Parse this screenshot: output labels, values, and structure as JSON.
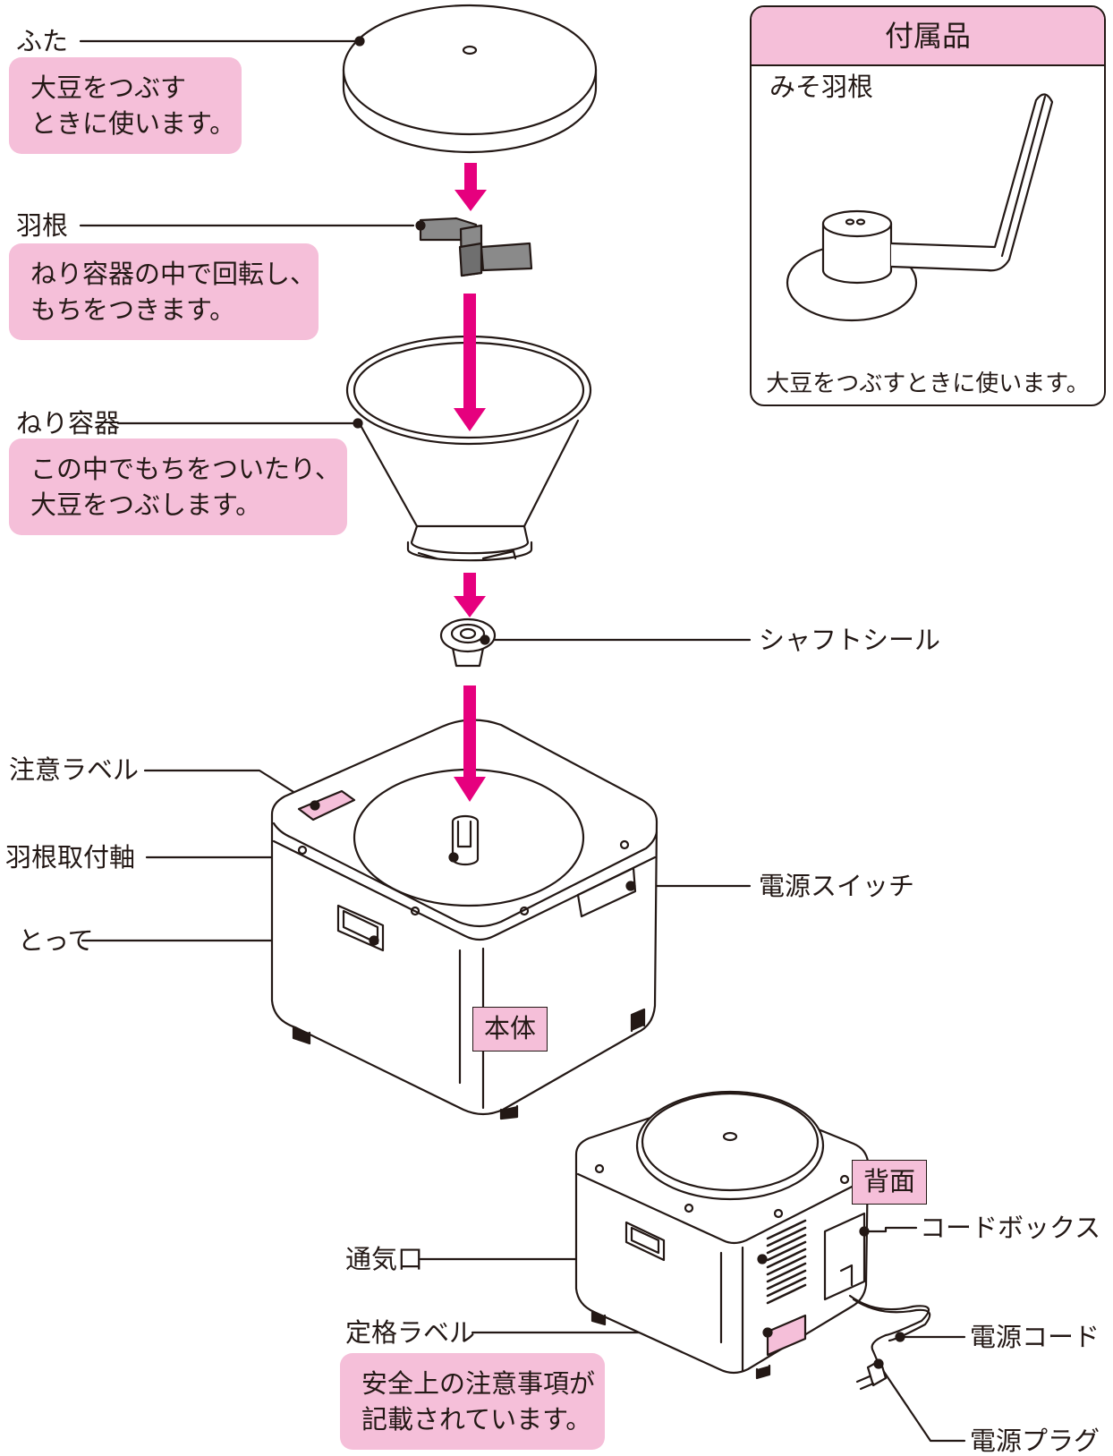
{
  "accessory": {
    "title": "付属品",
    "item_name": "みそ羽根",
    "caption": "大豆をつぶすときに使います。"
  },
  "labels": {
    "lid": "ふた",
    "blade": "羽根",
    "kneading_bowl": "ねり容器",
    "shaft_seal": "シャフトシール",
    "caution_label": "注意ラベル",
    "blade_shaft": "羽根取付軸",
    "handle": "とって",
    "power_switch": "電源スイッチ",
    "main_body": "本体",
    "back": "背面",
    "vent": "通気口",
    "cord_box": "コードボックス",
    "rating_label": "定格ラベル",
    "power_cord": "電源コード",
    "power_plug": "電源プラグ"
  },
  "notes": {
    "lid": [
      "大豆をつぶす",
      "ときに使います。"
    ],
    "blade": [
      "ねり容器の中で回転し、",
      "もちをつきます。"
    ],
    "bowl": [
      "この中でもちをついたり、",
      "大豆をつぶします。"
    ],
    "rating": [
      "安全上の注意事項が",
      "記載されています。"
    ]
  },
  "colors": {
    "accent": "#e6007e",
    "note_bg": "#f5bfd9",
    "line": "#231815"
  }
}
